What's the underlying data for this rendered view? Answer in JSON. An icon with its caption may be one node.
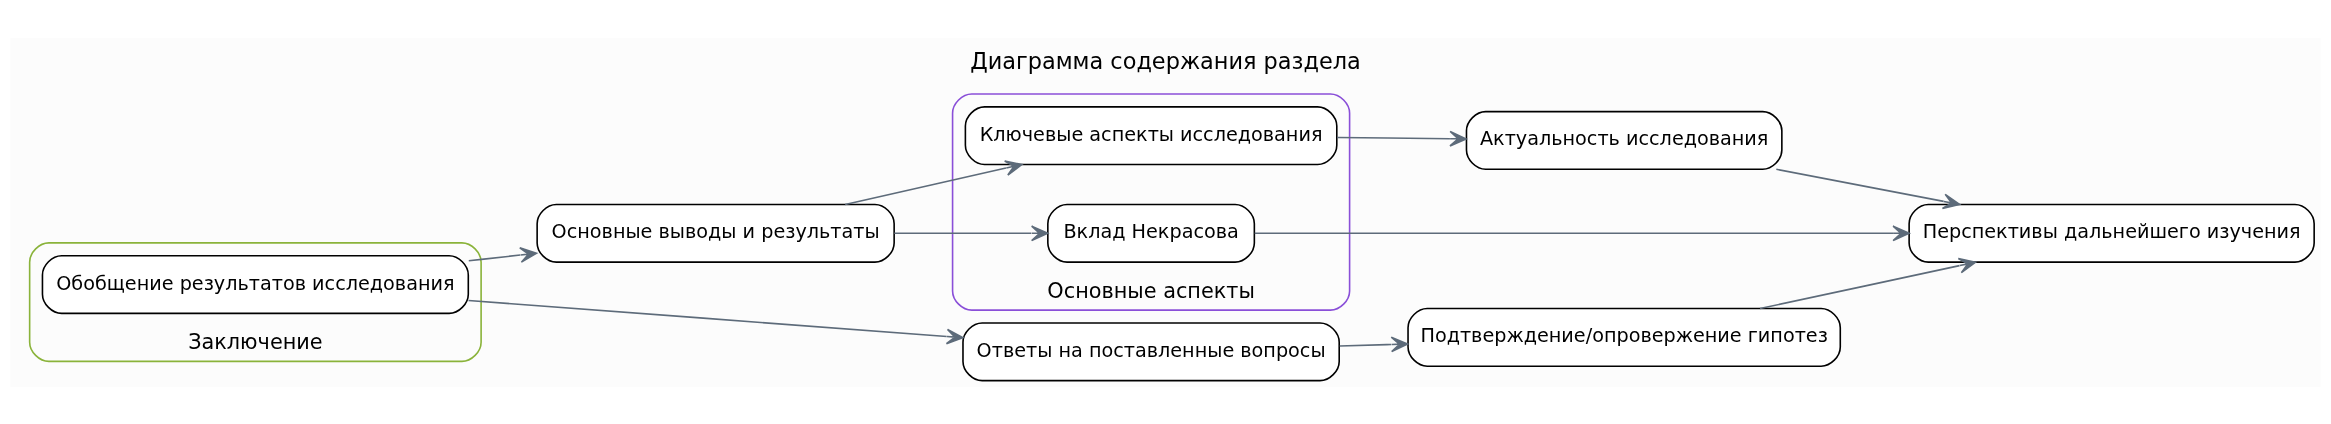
{
  "diagram": {
    "title": "Диаграмма содержания раздела",
    "nodes": [
      {
        "text": [
          "Заключение"
        ]
      },
      {
        "text": [
          "Обобщение результатов исследования"
        ],
        "in": 0
      },
      {
        "text": [
          "Основные выводы и результаты"
        ]
      },
      {
        "text": [
          "Основные аспекты"
        ]
      },
      {
        "text": [
          "Ключевые аспекты исследования"
        ],
        "in": 3
      },
      {
        "text": [
          "Вклад Некрасова"
        ],
        "in": 3
      },
      {
        "text": [
          "Ответы на поставленные вопросы"
        ]
      },
      {
        "text": [
          "Актуальность исследования"
        ]
      },
      {
        "text": [
          "Подтверждение/опровержение гипотез"
        ]
      },
      {
        "text": [
          "Перспективы дальнейшего изучения"
        ]
      }
    ],
    "edges": [
      {
        "from": 1,
        "to": 2,
        "arrow": "to"
      },
      {
        "from": 1,
        "to": 6,
        "arrow": "to"
      },
      {
        "from": 2,
        "to": 4,
        "arrow": "to"
      },
      {
        "from": 2,
        "to": 5,
        "arrow": "to"
      },
      {
        "from": 4,
        "to": 7,
        "arrow": "to"
      },
      {
        "from": 6,
        "to": 8,
        "arrow": "to"
      },
      {
        "from": 7,
        "to": 9,
        "arrow": "to"
      },
      {
        "from": 5,
        "to": 9,
        "arrow": "to"
      },
      {
        "from": 8,
        "to": 9,
        "arrow": "to"
      }
    ]
  }
}
